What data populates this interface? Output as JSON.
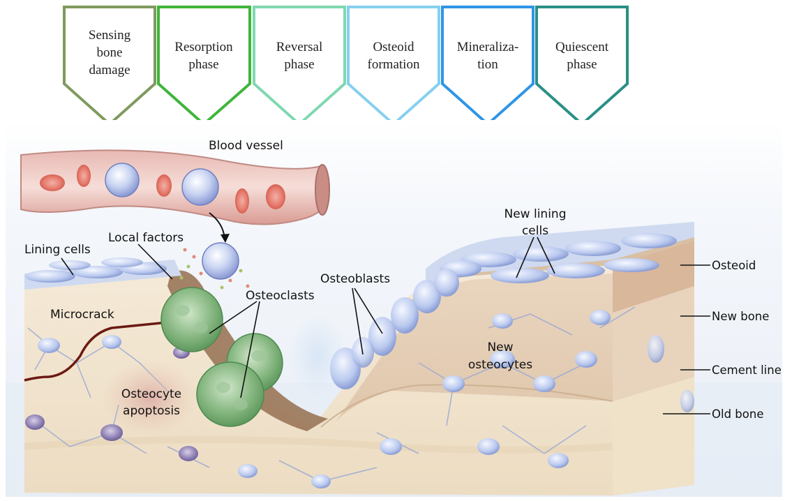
{
  "phases": [
    {
      "lines": [
        "Sensing",
        "bone",
        "damage"
      ],
      "color": "#7f9a5e"
    },
    {
      "lines": [
        "Resorption",
        "phase"
      ],
      "color": "#3fb53a"
    },
    {
      "lines": [
        "Reversal",
        "phase"
      ],
      "color": "#7fd8b0"
    },
    {
      "lines": [
        "Osteoid",
        "formation"
      ],
      "color": "#86d0ee"
    },
    {
      "lines": [
        "Mineraliza-",
        "tion"
      ],
      "color": "#2e95e6"
    },
    {
      "lines": [
        "Quiescent",
        "phase"
      ],
      "color": "#2a8f86"
    }
  ],
  "labels": {
    "blood_vessel": "Blood vessel",
    "lining_cells": "Lining cells",
    "local_factors": "Local factors",
    "microcrack": "Microcrack",
    "osteoclasts": "Osteoclasts",
    "osteoblasts": "Osteoblasts",
    "osteocyte_apoptosis_1": "Osteocyte",
    "osteocyte_apoptosis_2": "apoptosis",
    "new_lining_cells_1": "New lining",
    "new_lining_cells_2": "cells",
    "new_osteocytes_1": "New",
    "new_osteocytes_2": "osteocytes",
    "osteoid": "Osteoid",
    "new_bone": "New bone",
    "cement_line": "Cement line",
    "old_bone": "Old bone"
  }
}
